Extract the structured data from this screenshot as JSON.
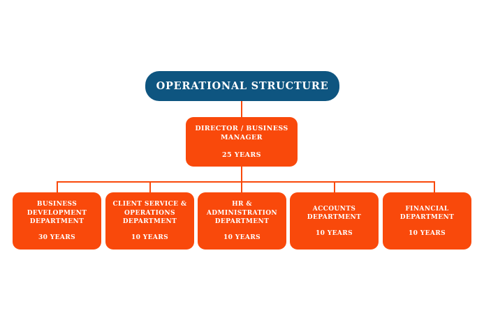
{
  "chart_data": {
    "type": "diagram",
    "diagram_kind": "organizational-chart",
    "title": "OPERATIONAL STRUCTURE",
    "orientation": "top-down",
    "levels": 3,
    "colors": {
      "title_box": "#0e5580",
      "node_box": "#f9490b",
      "connector": "#f9490b",
      "text": "#ffffff",
      "background": "#ffffff"
    },
    "nodes": [
      {
        "id": "title",
        "level": 0,
        "label": "OPERATIONAL STRUCTURE",
        "years": "",
        "color": "#0e5580"
      },
      {
        "id": "director",
        "level": 1,
        "label": "DIRECTOR / BUSINESS\nMANAGER",
        "years": "25 YEARS",
        "color": "#f9490b"
      },
      {
        "id": "bizdev",
        "level": 2,
        "label": "BUSINESS\nDEVELOPMENT\nDEPARTMENT",
        "years": "30 YEARS",
        "color": "#f9490b"
      },
      {
        "id": "client",
        "level": 2,
        "label": "CLIENT SERVICE &\nOPERATIONS\nDEPARTMENT",
        "years": "10 YEARS",
        "color": "#f9490b"
      },
      {
        "id": "hr",
        "level": 2,
        "label": "HR &\nADMINISTRATION\nDEPARTMENT",
        "years": "10 YEARS",
        "color": "#f9490b"
      },
      {
        "id": "accounts",
        "level": 2,
        "label": "ACCOUNTS\nDEPARTMENT",
        "years": "10 YEARS",
        "color": "#f9490b"
      },
      {
        "id": "finance",
        "level": 2,
        "label": "FINANCIAL\nDEPARTMENT",
        "years": "10 YEARS",
        "color": "#f9490b"
      }
    ],
    "edges": [
      {
        "from": "title",
        "to": "director"
      },
      {
        "from": "director",
        "to": "bizdev"
      },
      {
        "from": "director",
        "to": "client"
      },
      {
        "from": "director",
        "to": "hr"
      },
      {
        "from": "director",
        "to": "accounts"
      },
      {
        "from": "director",
        "to": "finance"
      }
    ]
  },
  "title_node": {
    "label": "OPERATIONAL STRUCTURE"
  },
  "director_node": {
    "label": "DIRECTOR / BUSINESS\nMANAGER",
    "years": "25 YEARS"
  },
  "departments": [
    {
      "label": "BUSINESS\nDEVELOPMENT\nDEPARTMENT",
      "years": "30 YEARS"
    },
    {
      "label": "CLIENT SERVICE &\nOPERATIONS\nDEPARTMENT",
      "years": "10 YEARS"
    },
    {
      "label": "HR &\nADMINISTRATION\nDEPARTMENT",
      "years": "10 YEARS"
    },
    {
      "label": "ACCOUNTS\nDEPARTMENT",
      "years": "10 YEARS"
    },
    {
      "label": "FINANCIAL\nDEPARTMENT",
      "years": "10 YEARS"
    }
  ]
}
